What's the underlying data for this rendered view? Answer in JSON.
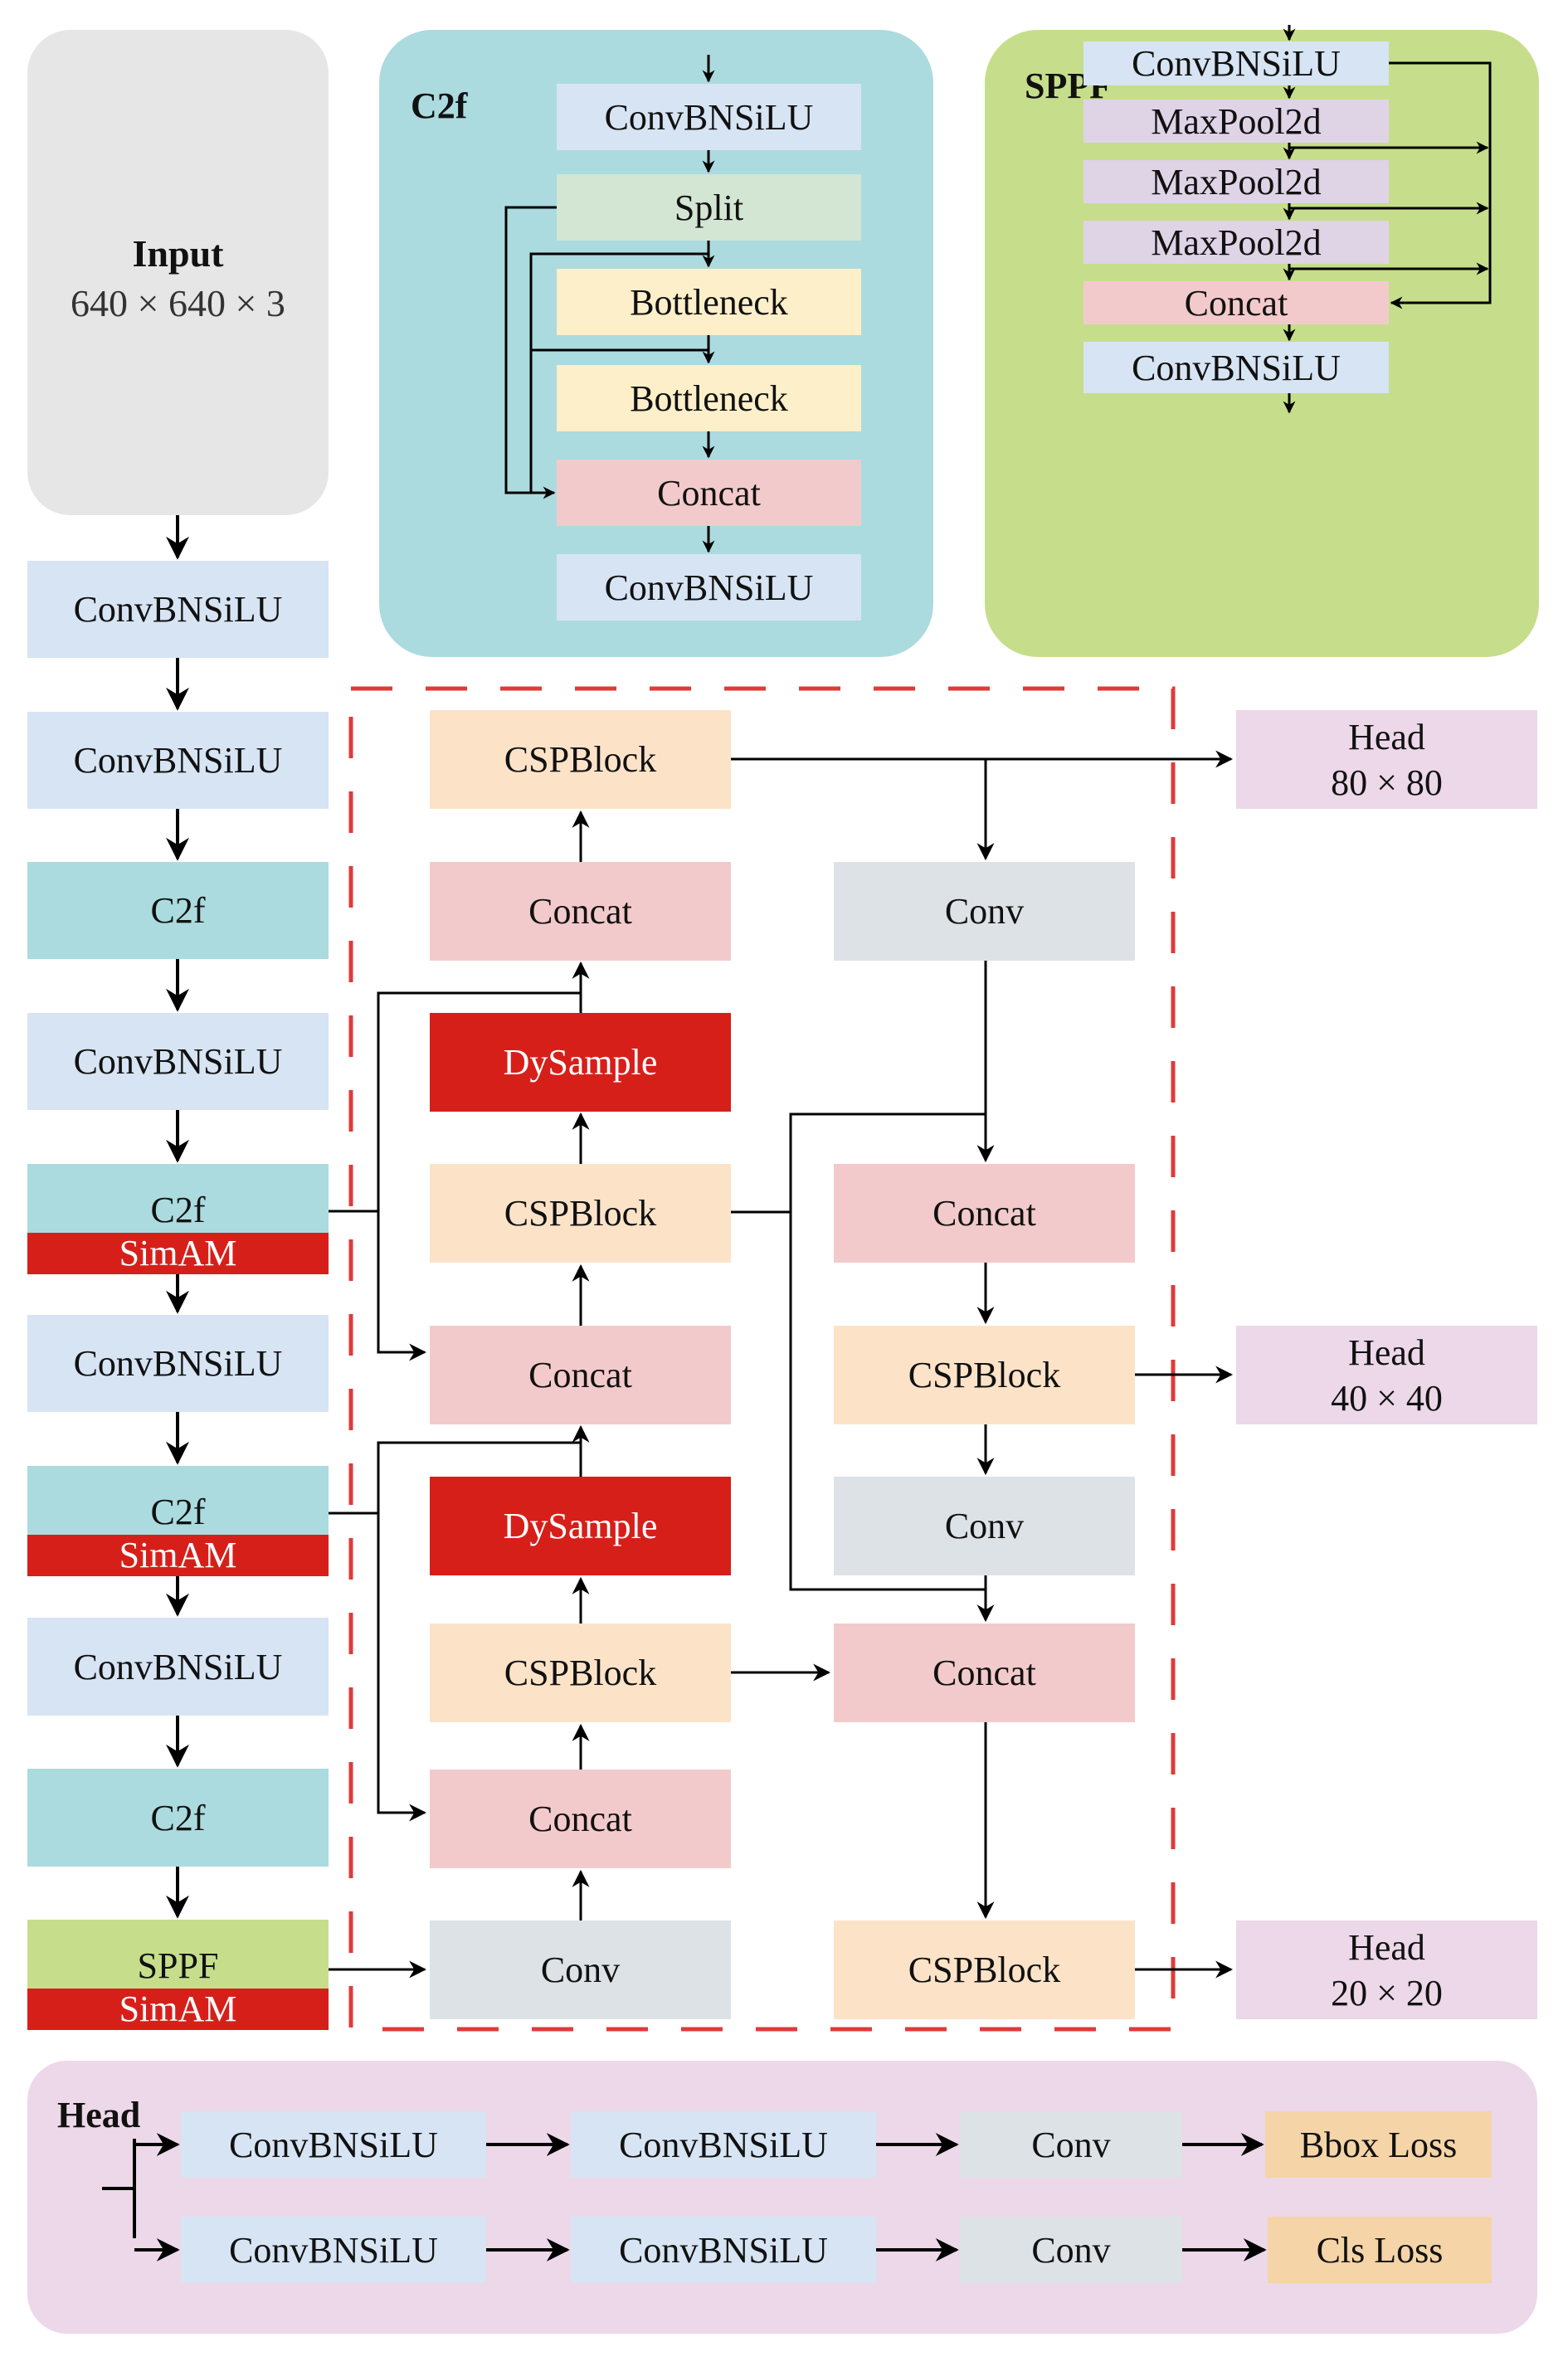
{
  "input": {
    "title": "Input",
    "size": "640 × 640 × 3"
  },
  "backbone": [
    {
      "label": "ConvBNSiLU"
    },
    {
      "label": "ConvBNSiLU"
    },
    {
      "label": "C2f"
    },
    {
      "label": "ConvBNSiLU"
    },
    {
      "label": "C2f",
      "sub": "SimAM"
    },
    {
      "label": "ConvBNSiLU"
    },
    {
      "label": "C2f",
      "sub": "SimAM"
    },
    {
      "label": "ConvBNSiLU"
    },
    {
      "label": "C2f"
    },
    {
      "label": "SPPF",
      "sub": "SimAM"
    }
  ],
  "c2f_panel": {
    "title": "C2f",
    "blocks": [
      "ConvBNSiLU",
      "Split",
      "Bottleneck",
      "Bottleneck",
      "Concat",
      "ConvBNSiLU"
    ]
  },
  "sppf_panel": {
    "title": "SPPF",
    "blocks": [
      "ConvBNSiLU",
      "MaxPool2d",
      "MaxPool2d",
      "MaxPool2d",
      "Concat",
      "ConvBNSiLU"
    ]
  },
  "neck_mid": [
    "CSPBlock",
    "Concat",
    "DySample",
    "CSPBlock",
    "Concat",
    "DySample",
    "CSPBlock",
    "Concat",
    "Conv"
  ],
  "neck_right": [
    "Conv",
    "Concat",
    "CSPBlock",
    "Conv",
    "Concat",
    "CSPBlock"
  ],
  "heads": [
    {
      "title": "Head",
      "size": "80 × 80"
    },
    {
      "title": "Head",
      "size": "40 × 40"
    },
    {
      "title": "Head",
      "size": "20 × 20"
    }
  ],
  "head_panel": {
    "title": "Head",
    "rows": [
      [
        "ConvBNSiLU",
        "ConvBNSiLU",
        "Conv",
        "Bbox Loss"
      ],
      [
        "ConvBNSiLU",
        "ConvBNSiLU",
        "Conv",
        "Cls Loss"
      ]
    ]
  },
  "colors": {
    "conv_bn_silu": "#d7e4f3",
    "c2f": "#abdbde",
    "split": "#d3e5d3",
    "bottleneck": "#fcefc9",
    "concat": "#f3cacb",
    "maxpool": "#dfd3e6",
    "csp_block": "#fce3c8",
    "conv": "#dde2e6",
    "dysample": "#d71f1a",
    "simam": "#d71f1a",
    "head": "#ecd8e8",
    "loss": "#f5d4a7",
    "sppf": "#c6de8c",
    "neck_dash": "#e03a3a"
  }
}
